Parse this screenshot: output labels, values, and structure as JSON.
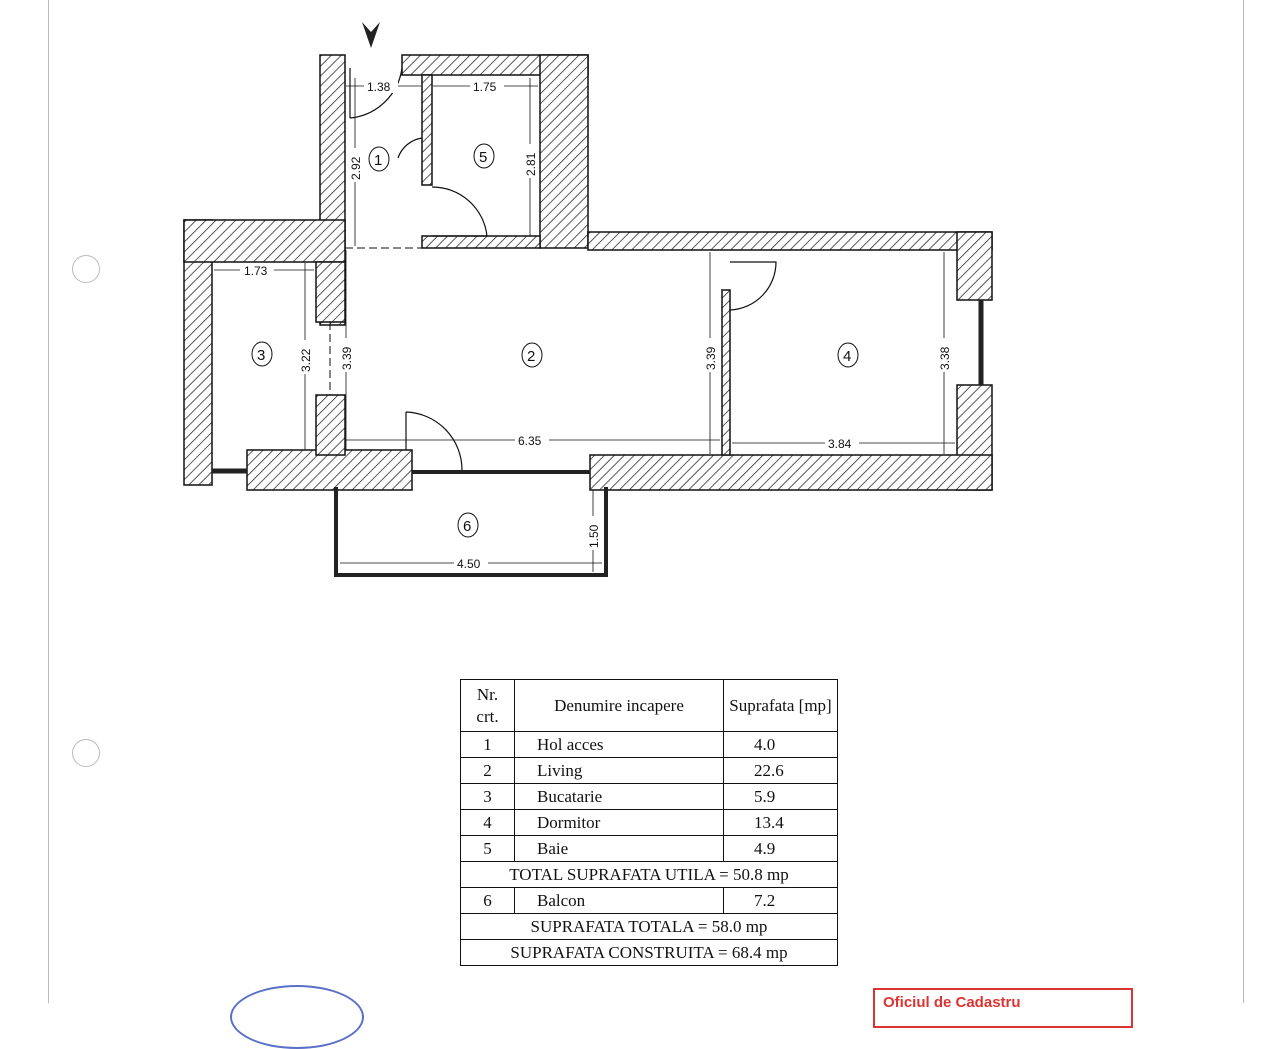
{
  "plan": {
    "entrance_marker": "entrance-arrow",
    "dimensions": {
      "hall_width": "1.38",
      "bath_width": "1.75",
      "hall_length": "2.92",
      "bath_length": "2.81",
      "kitchen_width": "1.73",
      "kitchen_length": "3.22",
      "living_depth_left": "3.39",
      "living_depth_right": "3.39",
      "living_width": "6.35",
      "bedroom_width": "3.84",
      "bedroom_depth": "3.38",
      "balcony_width": "4.50",
      "balcony_depth": "1.50"
    },
    "rooms": [
      "1",
      "2",
      "3",
      "4",
      "5",
      "6"
    ]
  },
  "table": {
    "headers": {
      "nr": "Nr. crt.",
      "name": "Denumire incapere",
      "area": "Suprafata [mp]"
    },
    "rows": [
      {
        "nr": "1",
        "name": "Hol acces",
        "area": "4.0"
      },
      {
        "nr": "2",
        "name": "Living",
        "area": "22.6"
      },
      {
        "nr": "3",
        "name": "Bucatarie",
        "area": "5.9"
      },
      {
        "nr": "4",
        "name": "Dormitor",
        "area": "13.4"
      },
      {
        "nr": "5",
        "name": "Baie",
        "area": "4.9"
      }
    ],
    "total_utila": "TOTAL SUPRAFATA UTILA = 50.8 mp",
    "balcony_row": {
      "nr": "6",
      "name": "Balcon",
      "area": "7.2"
    },
    "total": "SUPRAFATA TOTALA = 58.0 mp",
    "construita": "SUPRAFATA CONSTRUITA = 68.4 mp"
  },
  "stamps": {
    "red_stamp_text": "Oficiul de Cadastru"
  }
}
